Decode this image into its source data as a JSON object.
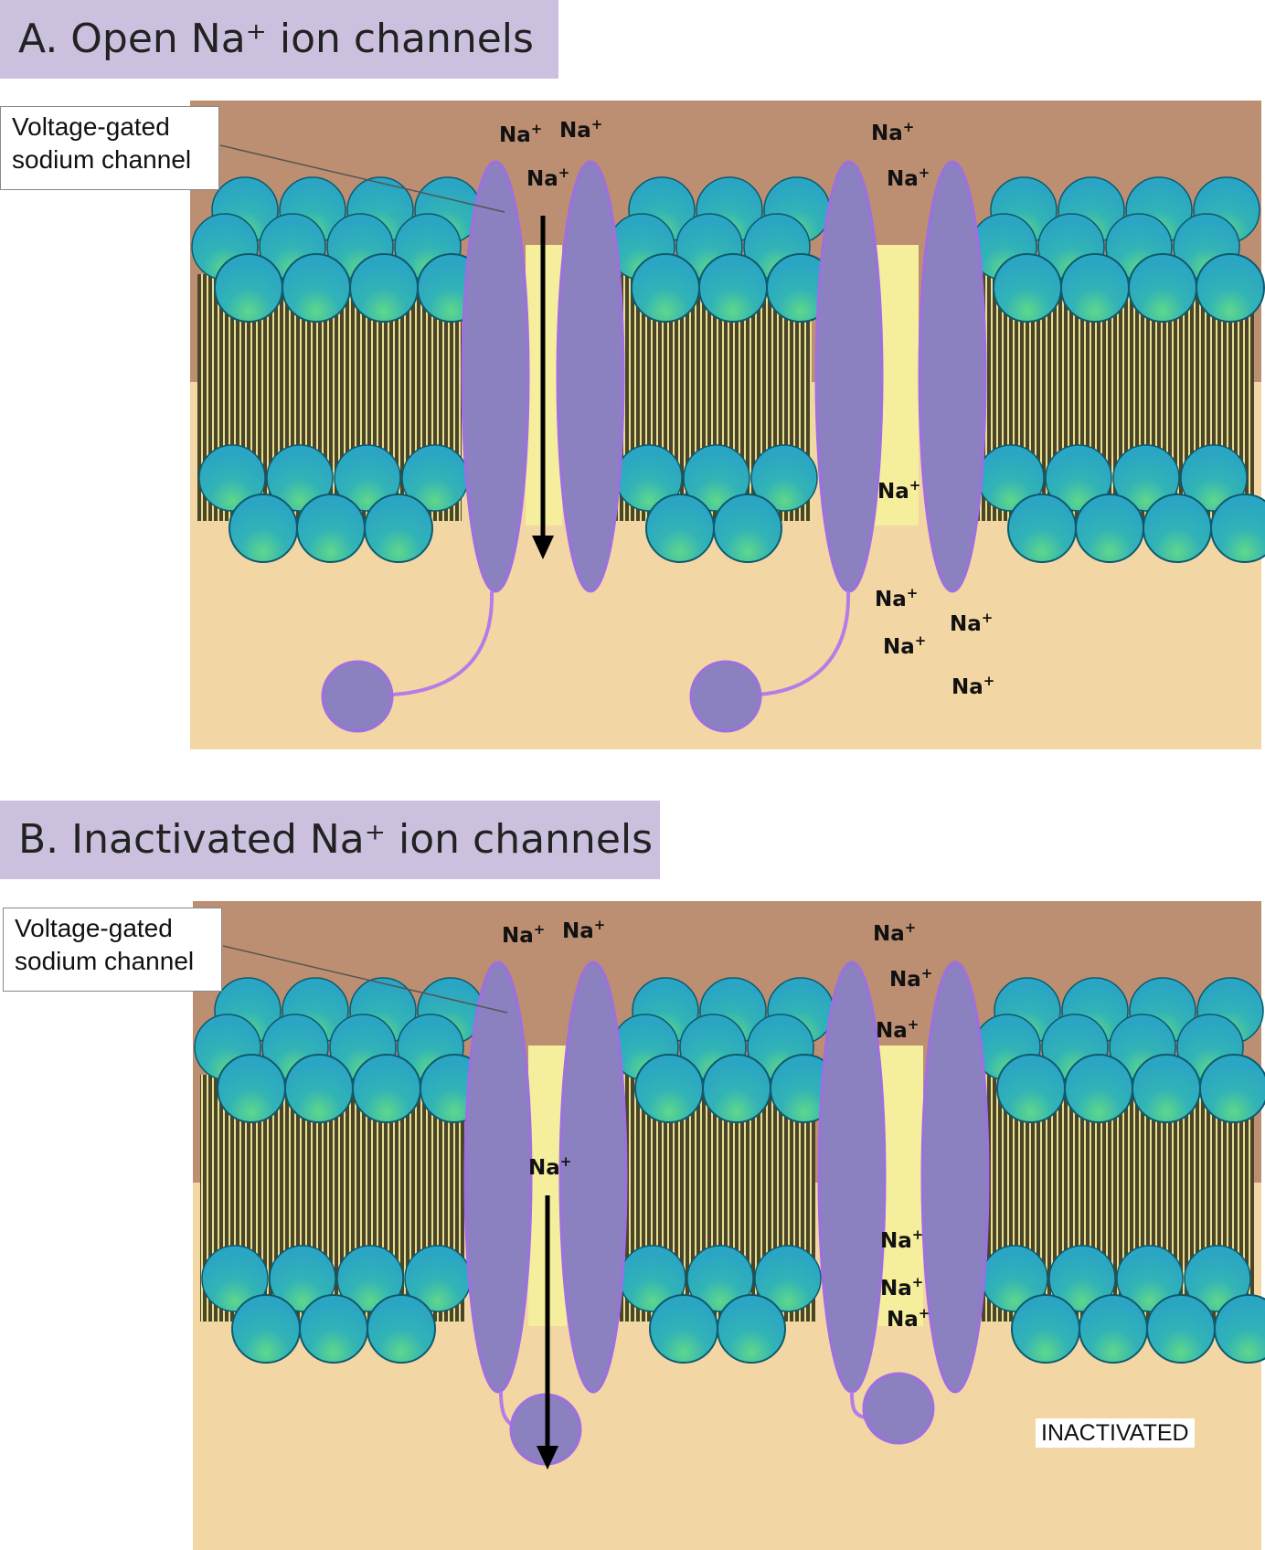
{
  "panels": [
    {
      "title": "A. Open Na⁺ ion channels",
      "callout_line1": "Voltage-gated",
      "callout_line2": "sodium channel",
      "state_label": "",
      "ion_text": "Na",
      "ion_sup": "+"
    },
    {
      "title": "B. Inactivated Na⁺ ion channels",
      "callout_line1": "Voltage-gated",
      "callout_line2": "sodium channel",
      "state_label": "INACTIVATED",
      "ion_text": "Na",
      "ion_sup": "+"
    }
  ],
  "colors": {
    "extracellular": "#bc8f72",
    "intracellular": "#f2d6a3",
    "channel_pore": "#f5ee9c",
    "protein": "#8b80c0",
    "protein_edge": "#9d6fe0",
    "lipid_head": "#2aa5c4",
    "lipid_head_edge": "#0e5a6e",
    "lipid_tail": "#4b4527",
    "title_bar": "#cbc1de"
  },
  "icons": [
    "phospholipid-head-icon",
    "ion-channel-icon",
    "inactivation-gate-ball-icon",
    "ion-flow-arrow-icon"
  ]
}
